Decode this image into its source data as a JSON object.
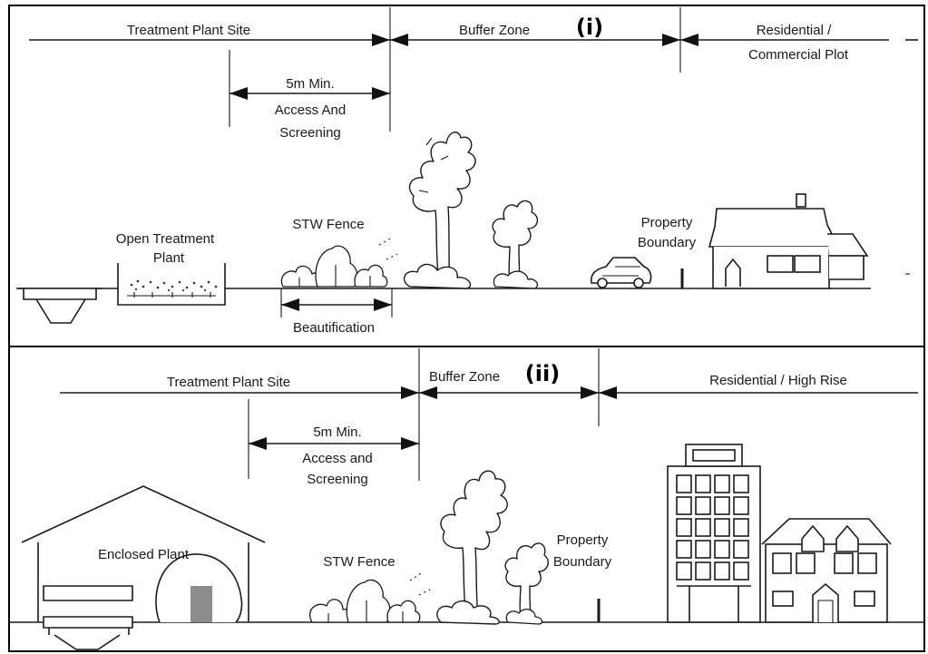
{
  "panels": [
    {
      "tag": "(i)",
      "labels": {
        "site": "Treatment Plant Site",
        "buffer": "Buffer Zone",
        "residential_line1": "Residential /",
        "residential_line2": "Commercial Plot",
        "min_distance": "5m Min.",
        "access_line1": "Access And",
        "access_line2": "Screening",
        "plant_line1": "Open Treatment",
        "plant_line2": "Plant",
        "fence": "STW Fence",
        "boundary_line1": "Property",
        "boundary_line2": "Boundary",
        "beautification": "Beautification"
      }
    },
    {
      "tag": "(ii)",
      "labels": {
        "site": "Treatment Plant Site",
        "buffer": "Buffer Zone",
        "residential": "Residential / High Rise",
        "min_distance": "5m Min.",
        "access_line1": "Access and",
        "access_line2": "Screening",
        "plant": "Enclosed Plant",
        "fence": "STW Fence",
        "boundary_line1": "Property",
        "boundary_line2": "Boundary"
      }
    }
  ]
}
